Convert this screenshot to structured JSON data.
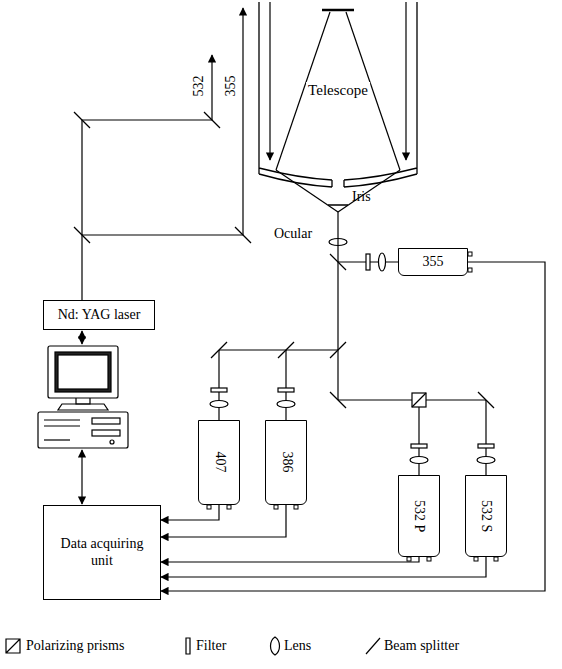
{
  "diagram": {
    "nodes": [
      {
        "text": [
          "Nd: YAG laser"
        ]
      },
      {
        "text": [
          "Data acquiring unit"
        ]
      },
      {
        "text": [
          "Telescope"
        ]
      },
      {
        "text": [
          "355"
        ]
      },
      {
        "text": [
          "407"
        ]
      },
      {
        "text": [
          "386"
        ]
      },
      {
        "text": [
          "532 P"
        ]
      },
      {
        "text": [
          "532 S"
        ]
      }
    ],
    "edges": [
      {
        "from": 4,
        "to": 1,
        "arrow": "to"
      },
      {
        "from": 5,
        "to": 1,
        "arrow": "to"
      },
      {
        "from": 6,
        "to": 1,
        "arrow": "to"
      },
      {
        "from": 7,
        "to": 1,
        "arrow": "to"
      },
      {
        "from": 3,
        "to": 1,
        "arrow": "to"
      }
    ],
    "labels": [
      "532",
      "355",
      "Iris",
      "Ocular"
    ],
    "legend": [
      {
        "text": "Polarizing prisms"
      },
      {
        "text": "Filter"
      },
      {
        "text": "Lens"
      },
      {
        "text": "Beam splitter"
      }
    ]
  }
}
